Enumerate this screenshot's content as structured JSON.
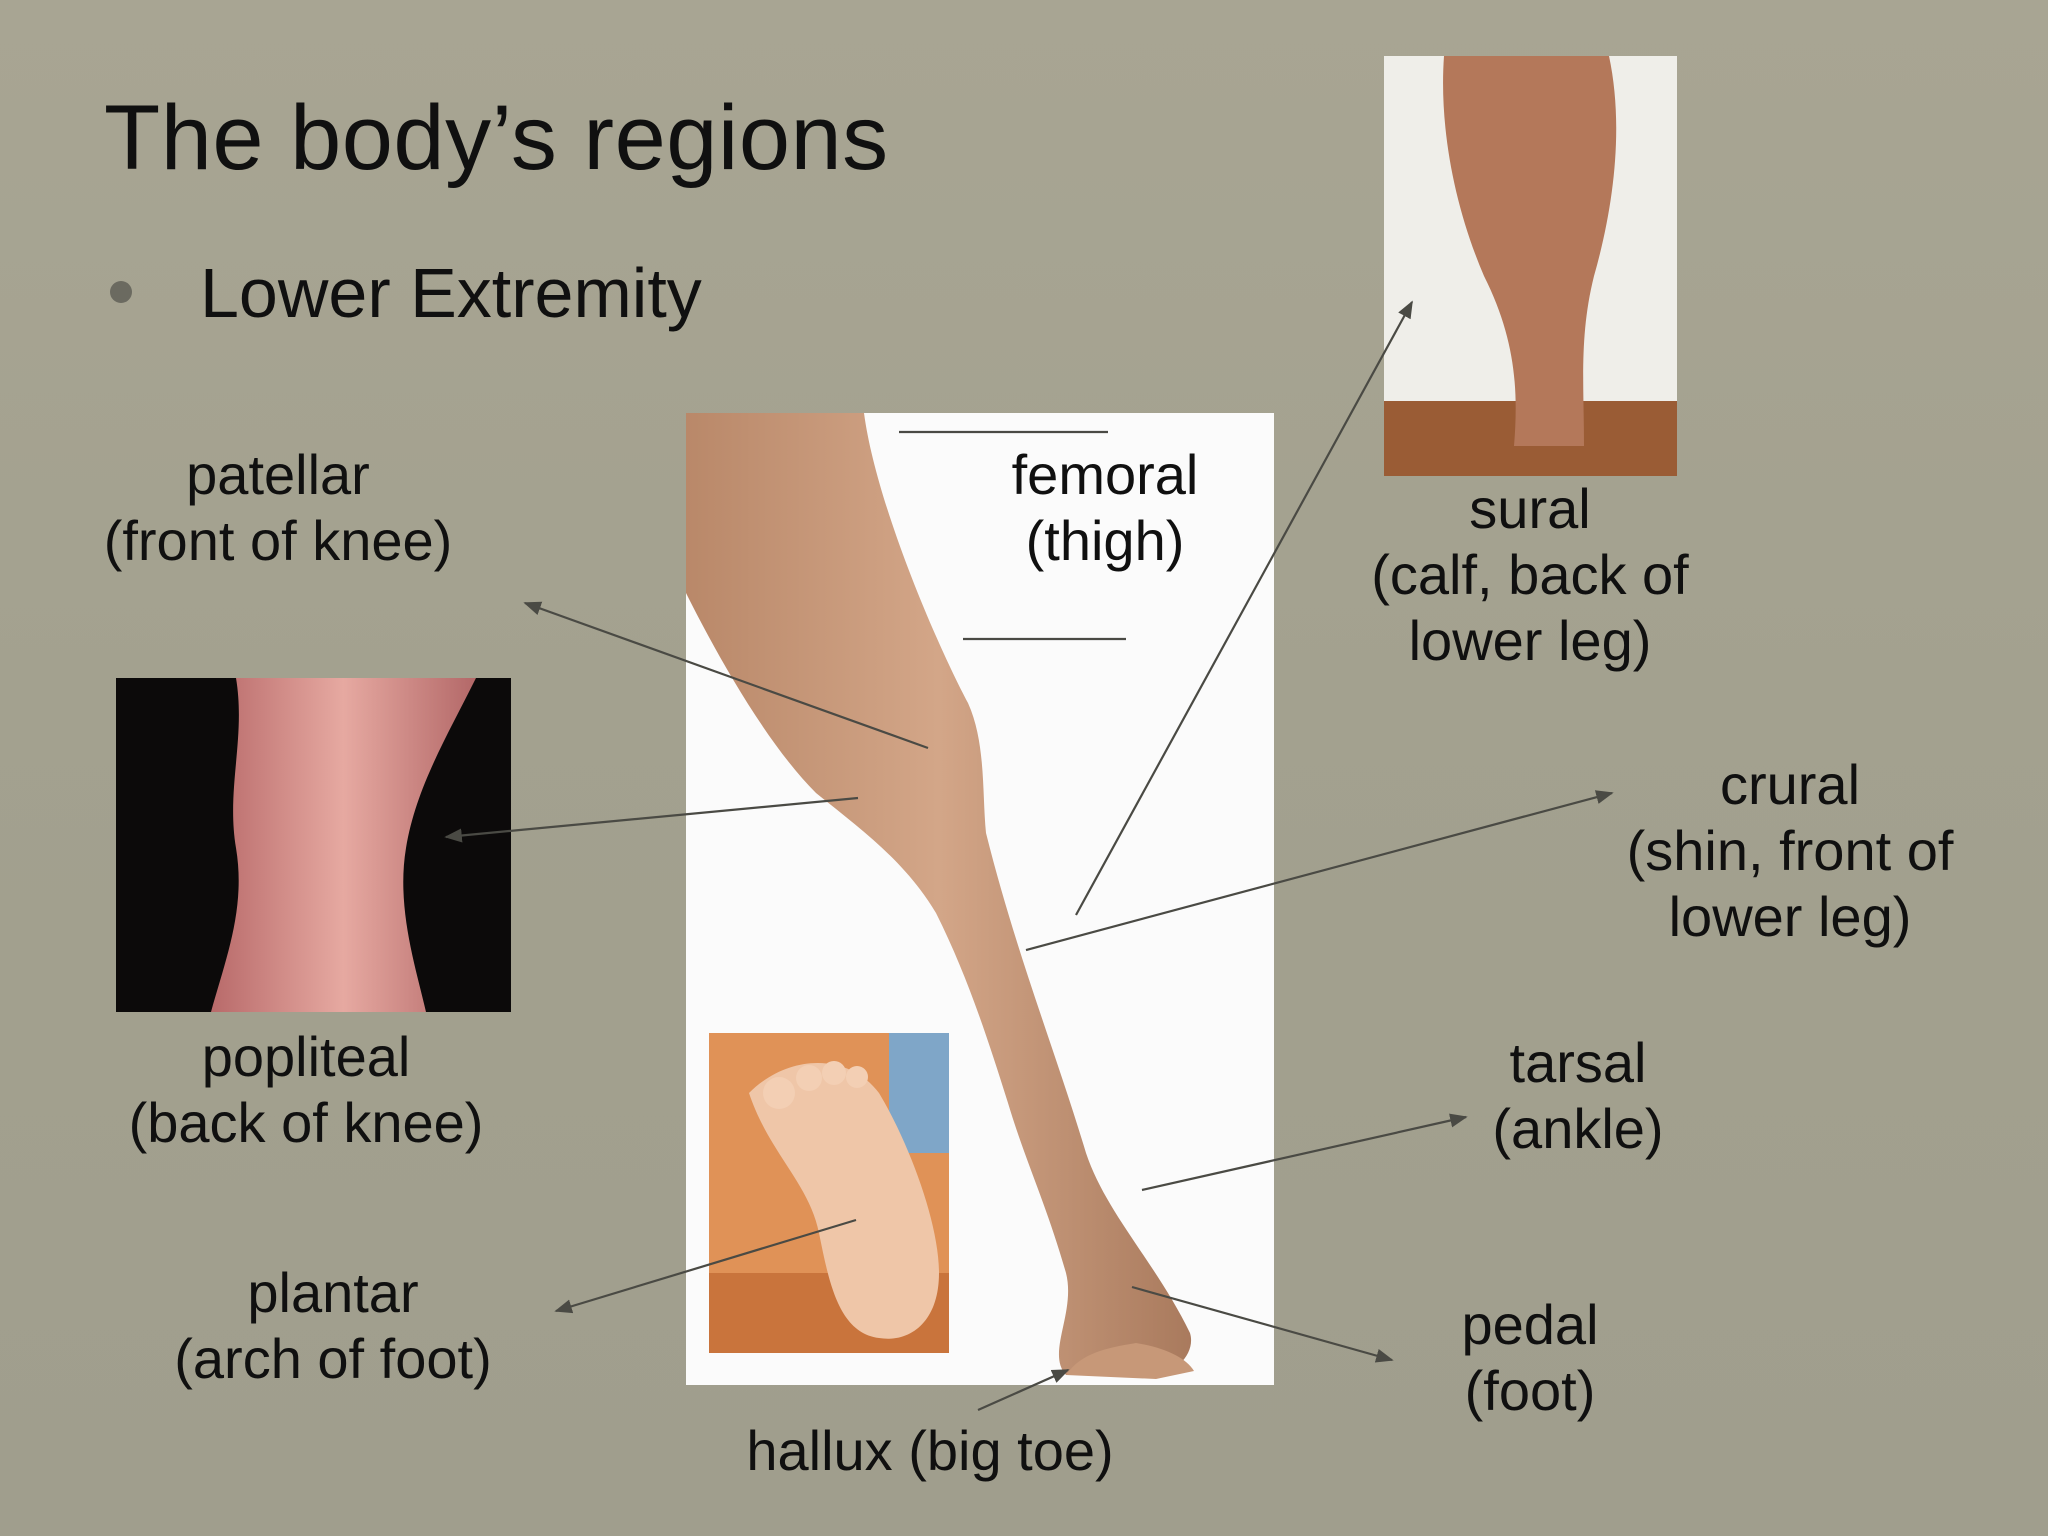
{
  "slide": {
    "title": "The body’s regions",
    "bullet": "Lower Extremity"
  },
  "labels": {
    "patellar": {
      "name": "patellar",
      "desc": "(front of knee)"
    },
    "femoral": {
      "name": "femoral",
      "desc": "(thigh)"
    },
    "sural": {
      "name": "sural",
      "desc1": "(calf, back of",
      "desc2": "lower leg)"
    },
    "crural": {
      "name": "crural",
      "desc1": "(shin, front of",
      "desc2": "lower leg)"
    },
    "popliteal": {
      "name": "popliteal",
      "desc": "(back of knee)"
    },
    "tarsal": {
      "name": "tarsal",
      "desc": "(ankle)"
    },
    "plantar": {
      "name": "plantar",
      "desc": "(arch of foot)"
    },
    "pedal": {
      "name": "pedal",
      "desc": "(foot)"
    },
    "hallux": {
      "text": "hallux (big toe)"
    }
  },
  "colors": {
    "background": "#a5a391",
    "text": "#101010",
    "skin": "#c99a7c",
    "leader_line": "#4a4a44"
  },
  "images": [
    "leg-side-view-photo",
    "calf-back-photo",
    "back-of-knee-photo",
    "sole-of-foot-photo"
  ]
}
